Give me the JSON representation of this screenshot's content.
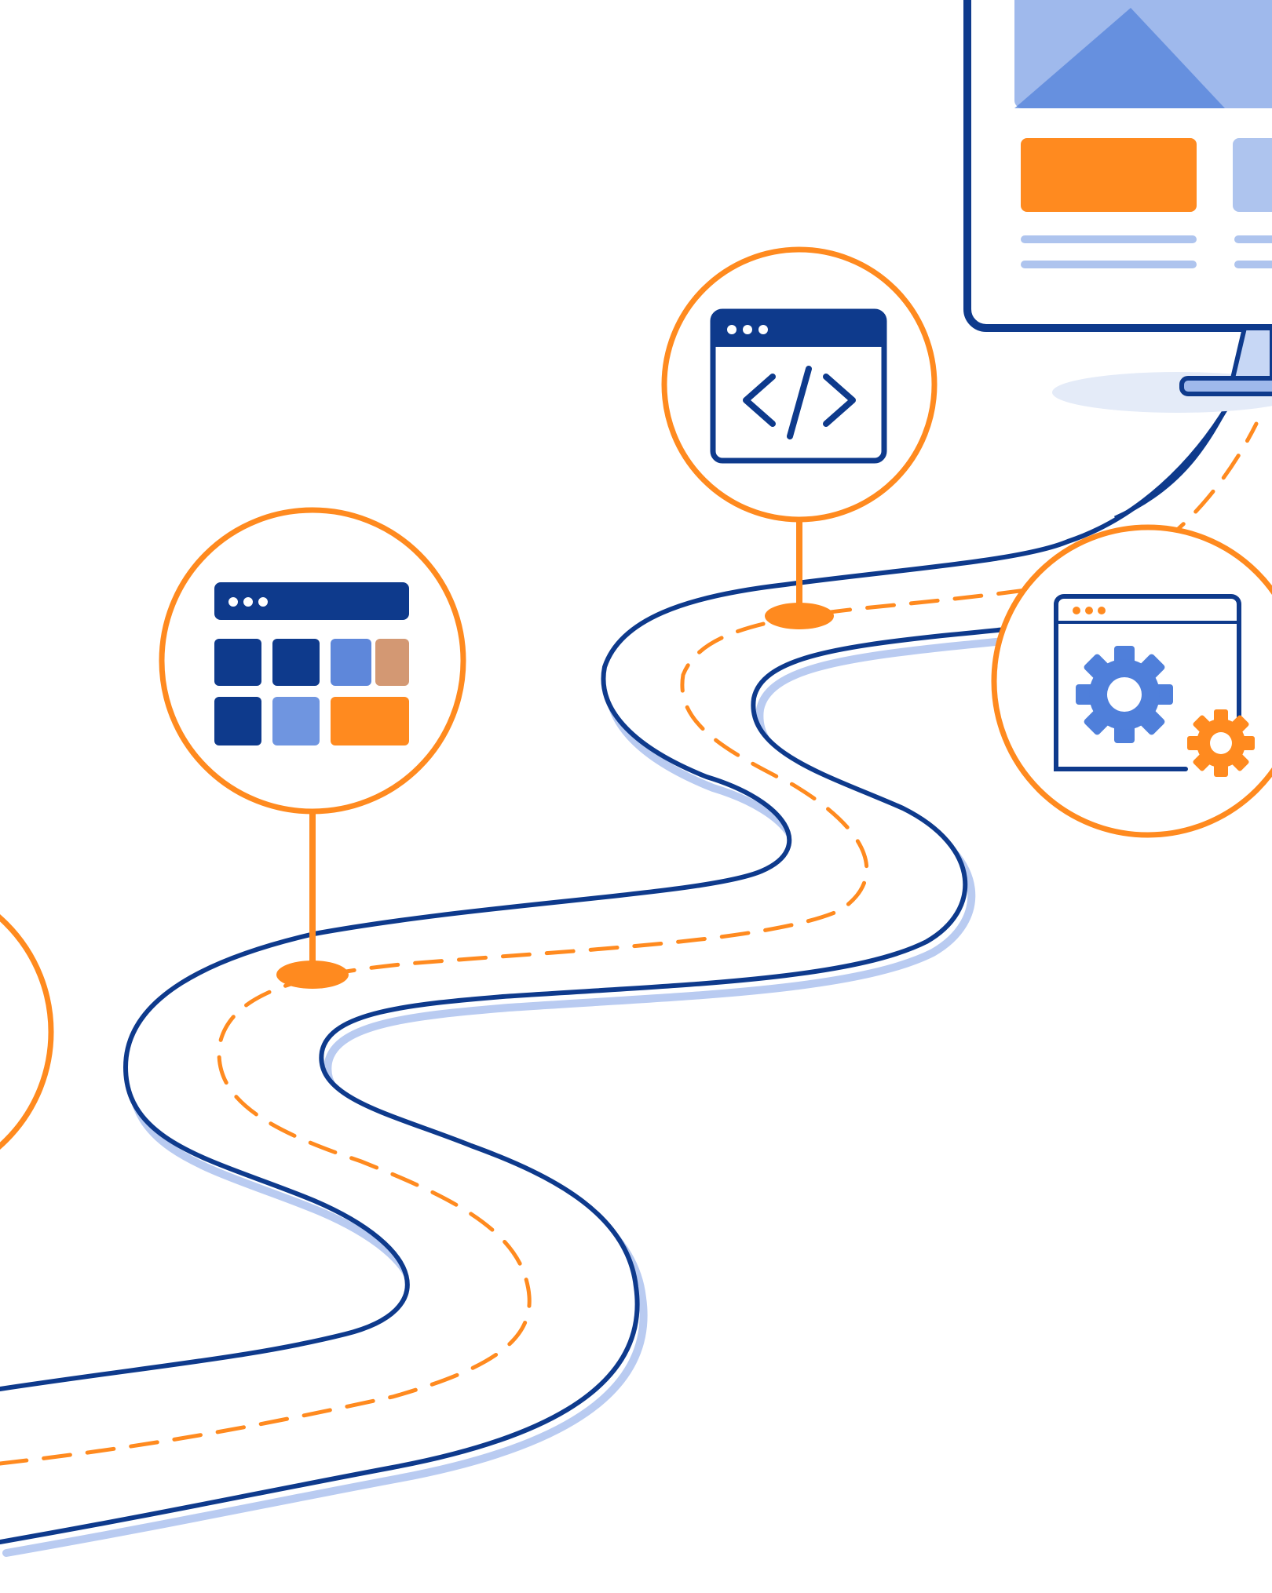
{
  "colors": {
    "background": "#ffffff",
    "navy": "#0e3a8c",
    "blue": "#4f7fda",
    "light_blue": "#9fb9ec",
    "pale_blue": "#d7e1f6",
    "orange": "#ff8a1f",
    "tan": "#d39873"
  },
  "road": {
    "style": "winding two-lane path with orange dashed center line"
  },
  "milestones": [
    {
      "name": "offscreen-milestone",
      "icon": "partial-circle"
    },
    {
      "name": "layout-grid-milestone",
      "icon": "grid-layout-icon"
    },
    {
      "name": "code-milestone",
      "icon": "code-window-icon"
    },
    {
      "name": "settings-milestone",
      "icon": "gear-window-icon"
    }
  ],
  "destination": {
    "icon": "desktop-monitor-icon"
  }
}
